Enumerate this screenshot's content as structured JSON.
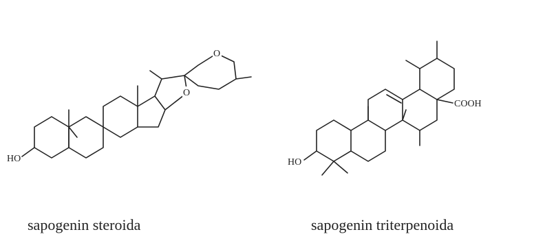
{
  "structures": [
    {
      "caption": "sapogenin steroida",
      "labels": {
        "hydroxyl": "HO",
        "oxygen_ring": "O",
        "oxygen_furan": "O"
      }
    },
    {
      "caption": "sapogenin triterpenoida",
      "labels": {
        "hydroxyl": "HO",
        "carboxyl": "COOH"
      }
    }
  ]
}
